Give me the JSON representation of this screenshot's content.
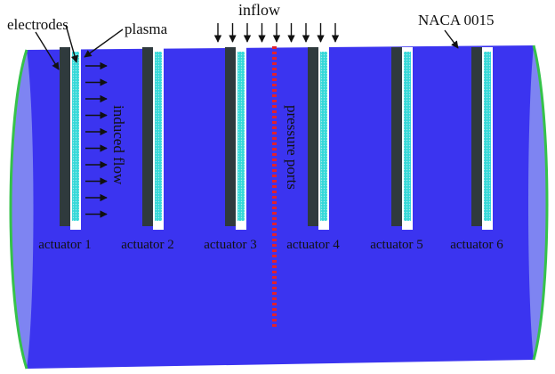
{
  "labels": {
    "electrodes": "electrodes",
    "plasma": "plasma",
    "inflow": "inflow",
    "airfoil": "NACA 0015",
    "induced_flow": "induced flow",
    "pressure_ports": "pressure ports"
  },
  "actuators": [
    {
      "label": "actuator 1"
    },
    {
      "label": "actuator 2"
    },
    {
      "label": "actuator 3"
    },
    {
      "label": "actuator 4"
    },
    {
      "label": "actuator 5"
    },
    {
      "label": "actuator 6"
    }
  ],
  "colors": {
    "surface": "#3b34f0",
    "leading_edge": "#7e84f2",
    "edge_outline": "#35c24a",
    "electrode": "#2f3a3d",
    "plasma": "#35d8d8",
    "dielectric": "#ffffff",
    "pressure_port": "#e0202e",
    "arrow": "#111111"
  }
}
